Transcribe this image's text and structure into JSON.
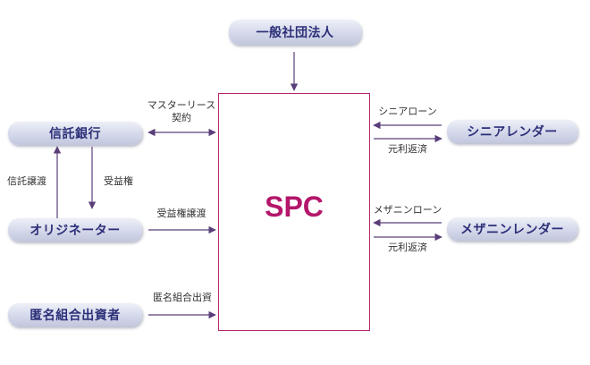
{
  "nodes": {
    "general_incorporated_association": "一般社団法人",
    "trust_bank": "信託銀行",
    "originator": "オリジネーター",
    "silent_partnership_investor": "匿名組合出資者",
    "senior_lender": "シニアレンダー",
    "mezzanine_lender": "メザニンレンダー",
    "spc": "SPC"
  },
  "labels": {
    "master_lease_line1": "マスターリース",
    "master_lease_line2": "契約",
    "trust_transfer": "信託譲渡",
    "beneficial_interest": "受益権",
    "beneficial_interest_transfer": "受益権譲渡",
    "silent_partnership_investment": "匿名組合出資",
    "senior_loan": "シニアローン",
    "senior_repayment": "元利返済",
    "mezzanine_loan": "メザニンローン",
    "mezzanine_repayment": "元利返済"
  },
  "colors": {
    "arrow": "#5a3e7a",
    "node_text": "#2c2f78",
    "spc_border": "#b3266e",
    "spc_text": "#b3166a"
  }
}
